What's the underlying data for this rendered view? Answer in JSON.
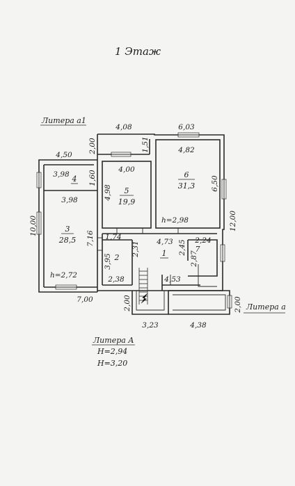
{
  "title": "1 Этаж",
  "labels": {
    "litera_a1": "Литера а1",
    "litera_a_small": "Литера а",
    "litera_A": "Литера А",
    "h1": "H=2,94",
    "h2": "H=3,20"
  },
  "rooms": [
    {
      "num": "1",
      "area": ""
    },
    {
      "num": "2",
      "area": ""
    },
    {
      "num": "3",
      "area": "28,5"
    },
    {
      "num": "4",
      "area": ""
    },
    {
      "num": "5",
      "area": "19,9"
    },
    {
      "num": "6",
      "area": "31,3"
    },
    {
      "num": "7",
      "area": ""
    }
  ],
  "heights": [
    "h=2,98",
    "h=2,72"
  ],
  "dims": [
    "4,08",
    "6,03",
    "2,00",
    "1,51",
    "4,82",
    "4,50",
    "3,98",
    "1,60",
    "4,00",
    "4,98",
    "6,50",
    "3,98",
    "10,00",
    "7,16",
    "12,00",
    "1,74",
    "4,73",
    "2,24",
    "2,45",
    "2,31",
    "3,95",
    "2,87",
    "2,38",
    "4,53",
    "7,00",
    "2,00",
    "2,00",
    "3,23",
    "4,38"
  ]
}
